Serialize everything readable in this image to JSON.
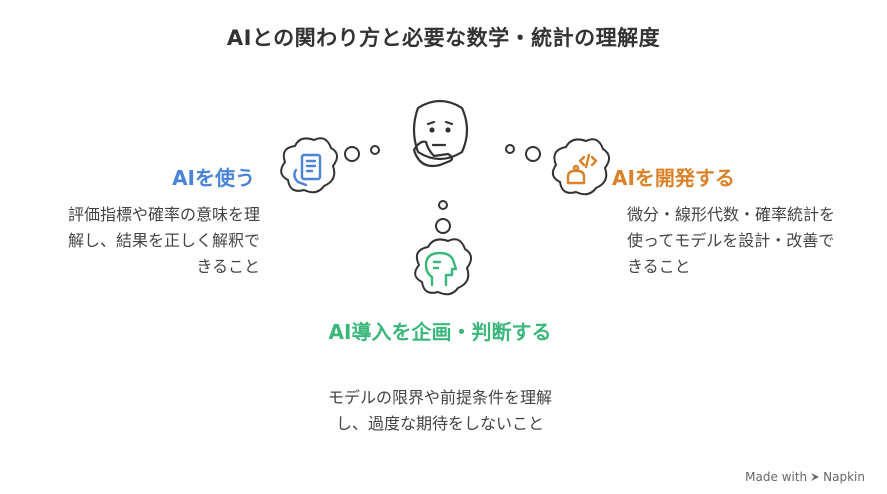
{
  "title": "AIとの関わり方と必要な数学・統計の理解度",
  "center": {
    "icon": "thinking-face-icon"
  },
  "items": [
    {
      "heading": "AIを使う",
      "description": "評価指標や確率の意味を理解し、結果を正しく解釈できること",
      "color": "#4a84d6",
      "icon": "document-hand-icon"
    },
    {
      "heading": "AIを開発する",
      "description": "微分・線形代数・確率統計を使ってモデルを設計・改善できること",
      "color": "#d9822a",
      "icon": "robot-code-icon"
    },
    {
      "heading": "AI導入を企画・判断する",
      "description": "モデルの限界や前提条件を理解し、過度な期待をしないこと",
      "color": "#3bb77b",
      "icon": "head-gears-icon"
    }
  ],
  "credit": {
    "text": "Made with",
    "brand": "Napkin"
  }
}
